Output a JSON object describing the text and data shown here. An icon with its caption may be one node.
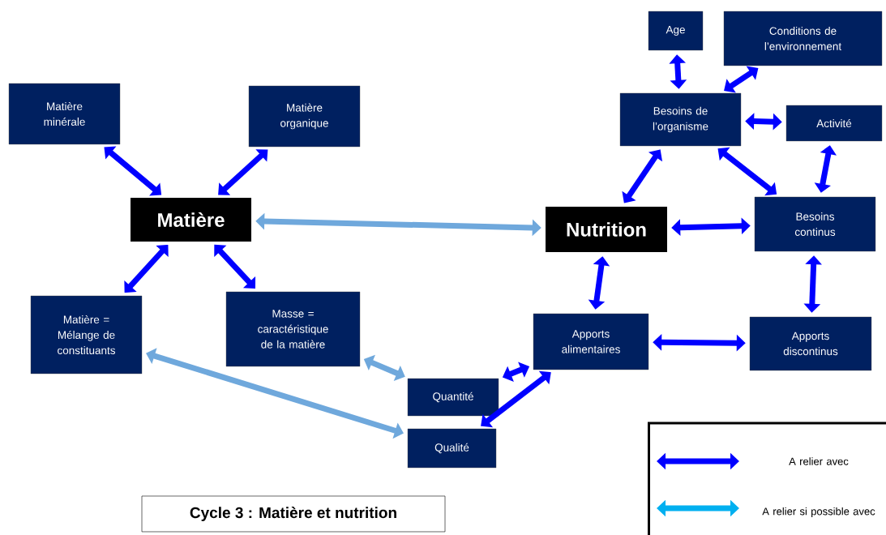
{
  "diagram": {
    "title": "Cycle 3 : Matière et nutrition",
    "nodes": [
      {
        "text": [
          "Matière minérale"
        ]
      },
      {
        "text": [
          "Matière organique"
        ]
      },
      {
        "text": [
          "Matière"
        ]
      },
      {
        "text": [
          "Matière = Mélange de constituants"
        ]
      },
      {
        "text": [
          "Masse = caractéristique de la matière"
        ]
      },
      {
        "text": [
          "Quantité"
        ]
      },
      {
        "text": [
          "Qualité"
        ]
      },
      {
        "text": [
          "Age"
        ]
      },
      {
        "text": [
          "Conditions de l’environnement"
        ]
      },
      {
        "text": [
          "Besoins de l’organisme"
        ]
      },
      {
        "text": [
          "Activité"
        ]
      },
      {
        "text": [
          "Nutrition"
        ]
      },
      {
        "text": [
          "Besoins continus"
        ]
      },
      {
        "text": [
          "Apports alimentaires"
        ]
      },
      {
        "text": [
          "Apports discontinus"
        ]
      }
    ],
    "edges": [
      {
        "from": 0,
        "to": 2,
        "arrow": "both"
      },
      {
        "from": 1,
        "to": 2,
        "arrow": "both"
      },
      {
        "from": 2,
        "to": 3,
        "arrow": "both"
      },
      {
        "from": 2,
        "to": 4,
        "arrow": "both"
      },
      {
        "from": 2,
        "to": 11,
        "arrow": "both",
        "color": "#6fa8dc"
      },
      {
        "from": 3,
        "to": 6,
        "arrow": "both",
        "color": "#6fa8dc"
      },
      {
        "from": 4,
        "to": 5,
        "arrow": "both",
        "color": "#6fa8dc"
      },
      {
        "from": 5,
        "to": 13,
        "arrow": "both"
      },
      {
        "from": 6,
        "to": 13,
        "arrow": "both"
      },
      {
        "from": 7,
        "to": 9,
        "arrow": "both"
      },
      {
        "from": 8,
        "to": 9,
        "arrow": "both"
      },
      {
        "from": 9,
        "to": 10,
        "arrow": "both"
      },
      {
        "from": 9,
        "to": 11,
        "arrow": "both"
      },
      {
        "from": 9,
        "to": 12,
        "arrow": "both"
      },
      {
        "from": 10,
        "to": 12,
        "arrow": "both"
      },
      {
        "from": 11,
        "to": 12,
        "arrow": "both"
      },
      {
        "from": 11,
        "to": 13,
        "arrow": "both"
      },
      {
        "from": 12,
        "to": 14,
        "arrow": "both"
      },
      {
        "from": 13,
        "to": 14,
        "arrow": "both"
      }
    ],
    "legend": [
      {
        "text": "A relier  avec",
        "color": "#0000ff"
      },
      {
        "text": "A relier si possible avec",
        "color": "#00b0f0"
      }
    ]
  }
}
